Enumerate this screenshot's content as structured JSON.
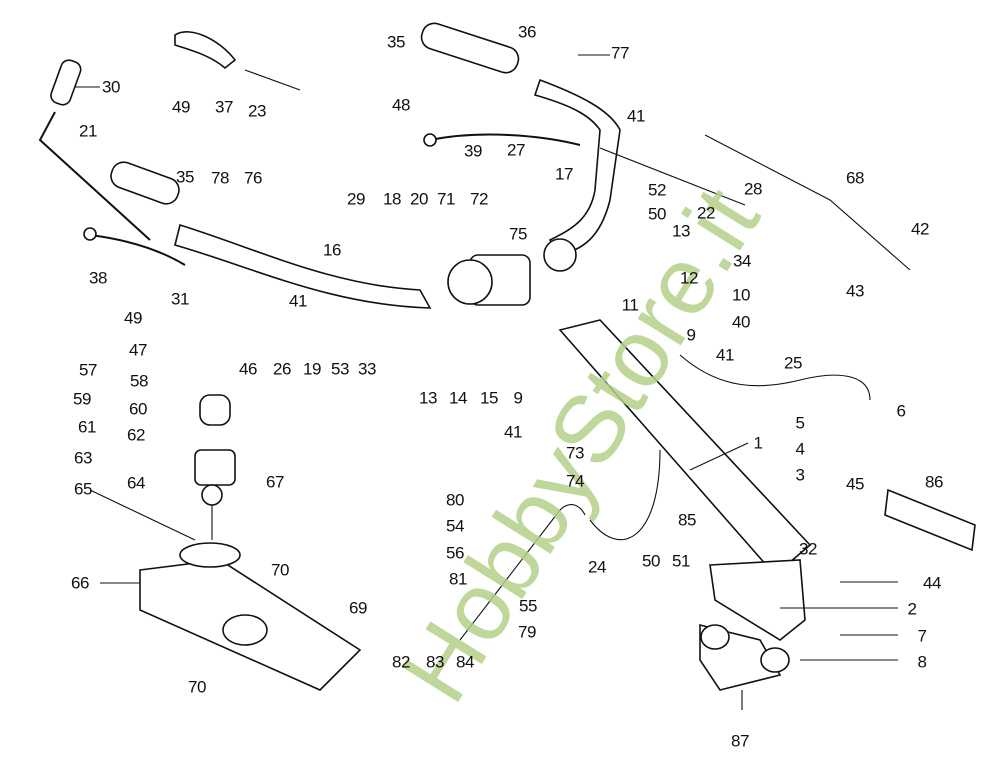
{
  "diagram": {
    "type": "exploded-parts-diagram",
    "subject": "handlebar, gear lever and cable assembly",
    "watermark": {
      "text": "HobbyStore.it",
      "color": "#b5d18a"
    },
    "labels": [
      {
        "id": "l1",
        "text": "1"
      },
      {
        "id": "l2",
        "text": "2"
      },
      {
        "id": "l3",
        "text": "3"
      },
      {
        "id": "l4",
        "text": "4"
      },
      {
        "id": "l5",
        "text": "5"
      },
      {
        "id": "l6",
        "text": "6"
      },
      {
        "id": "l7",
        "text": "7"
      },
      {
        "id": "l8",
        "text": "8"
      },
      {
        "id": "l9a",
        "text": "9"
      },
      {
        "id": "l9b",
        "text": "9"
      },
      {
        "id": "l10",
        "text": "10"
      },
      {
        "id": "l11",
        "text": "11"
      },
      {
        "id": "l12",
        "text": "12"
      },
      {
        "id": "l13a",
        "text": "13"
      },
      {
        "id": "l13b",
        "text": "13"
      },
      {
        "id": "l14",
        "text": "14"
      },
      {
        "id": "l15",
        "text": "15"
      },
      {
        "id": "l16",
        "text": "16"
      },
      {
        "id": "l17",
        "text": "17"
      },
      {
        "id": "l18",
        "text": "18"
      },
      {
        "id": "l19",
        "text": "19"
      },
      {
        "id": "l20",
        "text": "20"
      },
      {
        "id": "l21",
        "text": "21"
      },
      {
        "id": "l22",
        "text": "22"
      },
      {
        "id": "l23",
        "text": "23"
      },
      {
        "id": "l24",
        "text": "24"
      },
      {
        "id": "l25",
        "text": "25"
      },
      {
        "id": "l26",
        "text": "26"
      },
      {
        "id": "l27",
        "text": "27"
      },
      {
        "id": "l28",
        "text": "28"
      },
      {
        "id": "l29",
        "text": "29"
      },
      {
        "id": "l30",
        "text": "30"
      },
      {
        "id": "l31",
        "text": "31"
      },
      {
        "id": "l32",
        "text": "32"
      },
      {
        "id": "l33",
        "text": "33"
      },
      {
        "id": "l34",
        "text": "34"
      },
      {
        "id": "l35a",
        "text": "35"
      },
      {
        "id": "l35b",
        "text": "35"
      },
      {
        "id": "l36",
        "text": "36"
      },
      {
        "id": "l37",
        "text": "37"
      },
      {
        "id": "l38",
        "text": "38"
      },
      {
        "id": "l39",
        "text": "39"
      },
      {
        "id": "l40",
        "text": "40"
      },
      {
        "id": "l41a",
        "text": "41"
      },
      {
        "id": "l41b",
        "text": "41"
      },
      {
        "id": "l41c",
        "text": "41"
      },
      {
        "id": "l41d",
        "text": "41"
      },
      {
        "id": "l42",
        "text": "42"
      },
      {
        "id": "l43",
        "text": "43"
      },
      {
        "id": "l44",
        "text": "44"
      },
      {
        "id": "l45",
        "text": "45"
      },
      {
        "id": "l46",
        "text": "46"
      },
      {
        "id": "l47",
        "text": "47"
      },
      {
        "id": "l48",
        "text": "48"
      },
      {
        "id": "l49a",
        "text": "49"
      },
      {
        "id": "l49b",
        "text": "49"
      },
      {
        "id": "l50a",
        "text": "50"
      },
      {
        "id": "l50b",
        "text": "50"
      },
      {
        "id": "l51",
        "text": "51"
      },
      {
        "id": "l52",
        "text": "52"
      },
      {
        "id": "l53",
        "text": "53"
      },
      {
        "id": "l54",
        "text": "54"
      },
      {
        "id": "l55",
        "text": "55"
      },
      {
        "id": "l56",
        "text": "56"
      },
      {
        "id": "l57",
        "text": "57"
      },
      {
        "id": "l58",
        "text": "58"
      },
      {
        "id": "l59",
        "text": "59"
      },
      {
        "id": "l60",
        "text": "60"
      },
      {
        "id": "l61",
        "text": "61"
      },
      {
        "id": "l62",
        "text": "62"
      },
      {
        "id": "l63",
        "text": "63"
      },
      {
        "id": "l64",
        "text": "64"
      },
      {
        "id": "l65",
        "text": "65"
      },
      {
        "id": "l66",
        "text": "66"
      },
      {
        "id": "l67",
        "text": "67"
      },
      {
        "id": "l68",
        "text": "68"
      },
      {
        "id": "l69",
        "text": "69"
      },
      {
        "id": "l70a",
        "text": "70"
      },
      {
        "id": "l70b",
        "text": "70"
      },
      {
        "id": "l71",
        "text": "71"
      },
      {
        "id": "l72",
        "text": "72"
      },
      {
        "id": "l73",
        "text": "73"
      },
      {
        "id": "l74",
        "text": "74"
      },
      {
        "id": "l75",
        "text": "75"
      },
      {
        "id": "l76",
        "text": "76"
      },
      {
        "id": "l77",
        "text": "77"
      },
      {
        "id": "l78",
        "text": "78"
      },
      {
        "id": "l79",
        "text": "79"
      },
      {
        "id": "l80",
        "text": "80"
      },
      {
        "id": "l81",
        "text": "81"
      },
      {
        "id": "l82",
        "text": "82"
      },
      {
        "id": "l83",
        "text": "83"
      },
      {
        "id": "l84",
        "text": "84"
      },
      {
        "id": "l85",
        "text": "85"
      },
      {
        "id": "l86",
        "text": "86"
      },
      {
        "id": "l87",
        "text": "87"
      }
    ]
  }
}
